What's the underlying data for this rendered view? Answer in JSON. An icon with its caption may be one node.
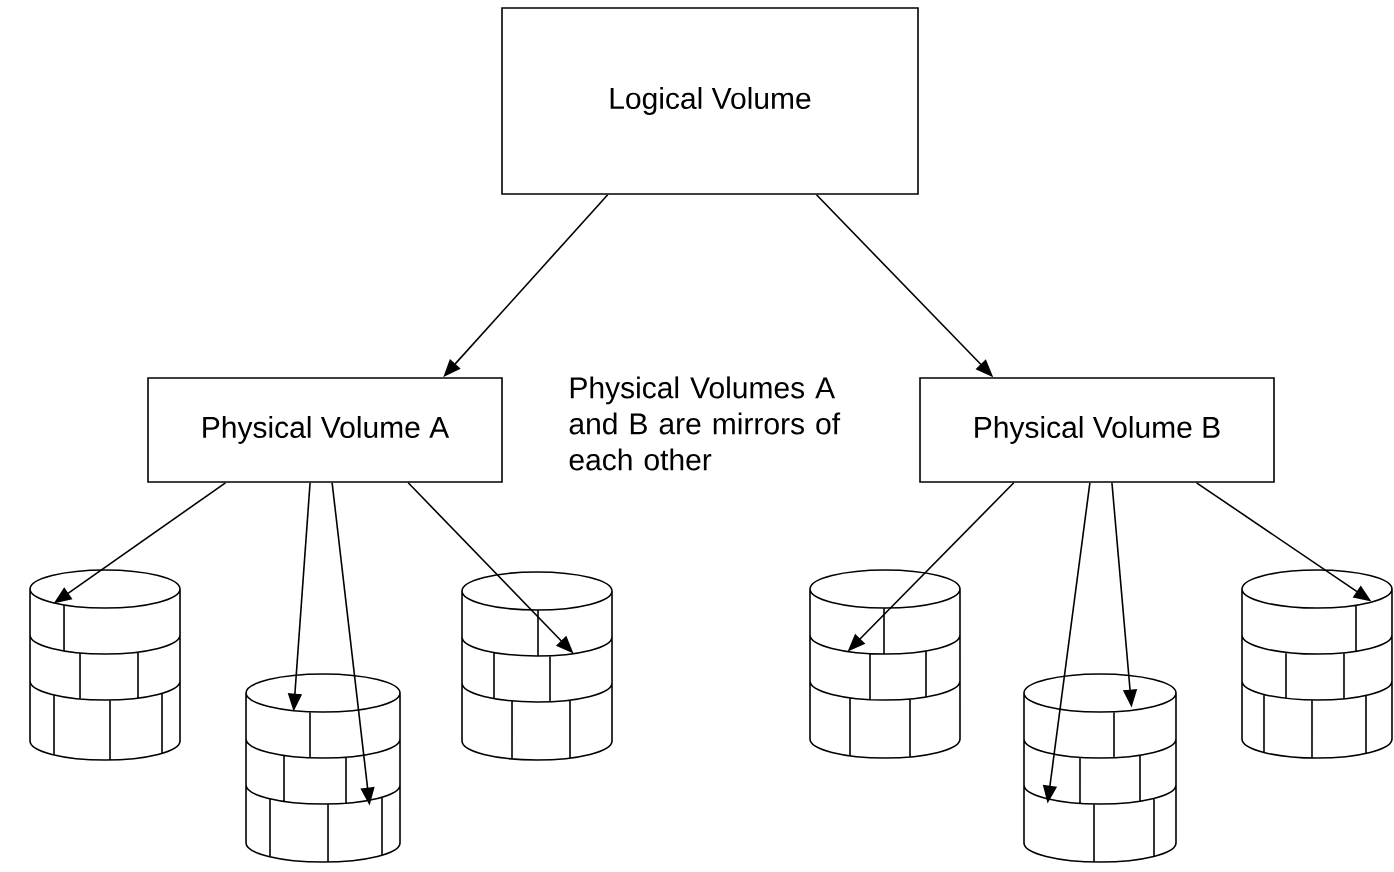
{
  "diagram": {
    "nodes": [
      {
        "text": [
          "Logical Volume"
        ]
      },
      {
        "text": [
          "Physical Volume A"
        ]
      },
      {
        "text": [
          "Physical Volume B"
        ]
      },
      {
        "text": [],
        "shape": "cylinder"
      },
      {
        "text": [],
        "shape": "cylinder"
      },
      {
        "text": [],
        "shape": "cylinder"
      },
      {
        "text": [],
        "shape": "cylinder"
      },
      {
        "text": [],
        "shape": "cylinder"
      },
      {
        "text": [],
        "shape": "cylinder"
      }
    ],
    "edges": [
      {
        "from": 0,
        "to": 1,
        "arrow": "to"
      },
      {
        "from": 0,
        "to": 2,
        "arrow": "to"
      },
      {
        "from": 1,
        "to": 3,
        "arrow": "to"
      },
      {
        "from": 1,
        "to": 4,
        "arrow": "to"
      },
      {
        "from": 1,
        "to": 4,
        "arrow": "to"
      },
      {
        "from": 1,
        "to": 5,
        "arrow": "to"
      },
      {
        "from": 2,
        "to": 6,
        "arrow": "to"
      },
      {
        "from": 2,
        "to": 7,
        "arrow": "to"
      },
      {
        "from": 2,
        "to": 7,
        "arrow": "to"
      },
      {
        "from": 2,
        "to": 8,
        "arrow": "to"
      }
    ],
    "labels": [
      "Physical Volumes A and B are mirrors of each other"
    ]
  }
}
